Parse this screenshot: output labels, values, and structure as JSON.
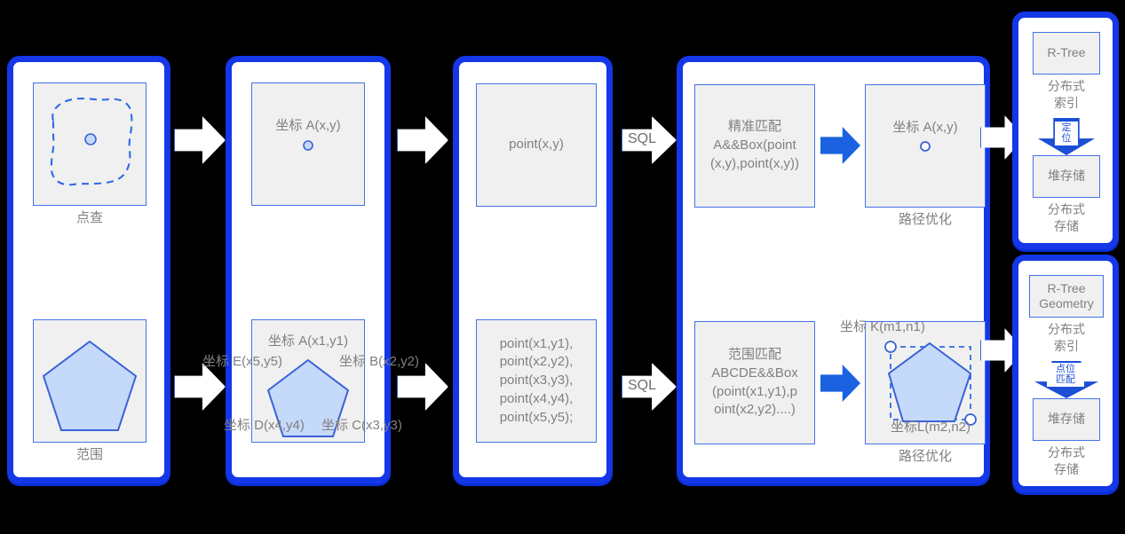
{
  "diagram": {
    "title": "spatial-query-pipeline",
    "accent_blue": "#1437e8",
    "fill_blue": "#c5d9fb",
    "stroke_blue": "#3a63d6",
    "grey_box_fill": "#f0f0f0",
    "text_grey": "#808080"
  },
  "stage1": {
    "top_caption": "点查",
    "bottom_caption": "范围"
  },
  "stage2": {
    "top_box_label": "坐标 A(x,y)",
    "poly_center_label": "坐标 A(x1,y1)",
    "label_e": "坐标 E(x5,y5)",
    "label_b": "坐标 B(x2,y2)",
    "label_d": "坐标 D(x4,y4)",
    "label_c": "坐标 C(x3,y3)"
  },
  "stage3": {
    "top_box_text": "point(x,y)",
    "bottom_box_text": "point(x1,y1),\npoint(x2,y2),\npoint(x3,y3),\npoint(x4,y4),\npoint(x5,y5);"
  },
  "stage4": {
    "top_match_text": "精准匹配\nA&&Box(point\n(x,y),point(x,y))",
    "top_result_label": "坐标 A(x,y)",
    "top_caption": "路径优化",
    "bottom_match_text": "范围匹配\nABCDE&&Box\n(point(x1,y1),p\noint(x2,y2)....)",
    "bottom_label_k": "坐标 K(m1,n1)",
    "bottom_label_l": "坐标L(m2,n2)",
    "bottom_caption": "路径优化"
  },
  "stage5": {
    "top": {
      "index_box": "R-Tree",
      "index_caption": "分布式\n索引",
      "arrow_label": "定\n位",
      "storage_box": "堆存储",
      "storage_caption": "分布式\n存储"
    },
    "bottom": {
      "index_box": "R-Tree\nGeometry",
      "index_caption": "分布式\n索引",
      "arrow_label": "点位\n匹配",
      "storage_box": "堆存储",
      "storage_caption": "分布式\n存储"
    }
  },
  "arrows": {
    "sql_top": "SQL",
    "sql_bottom": "SQL"
  }
}
